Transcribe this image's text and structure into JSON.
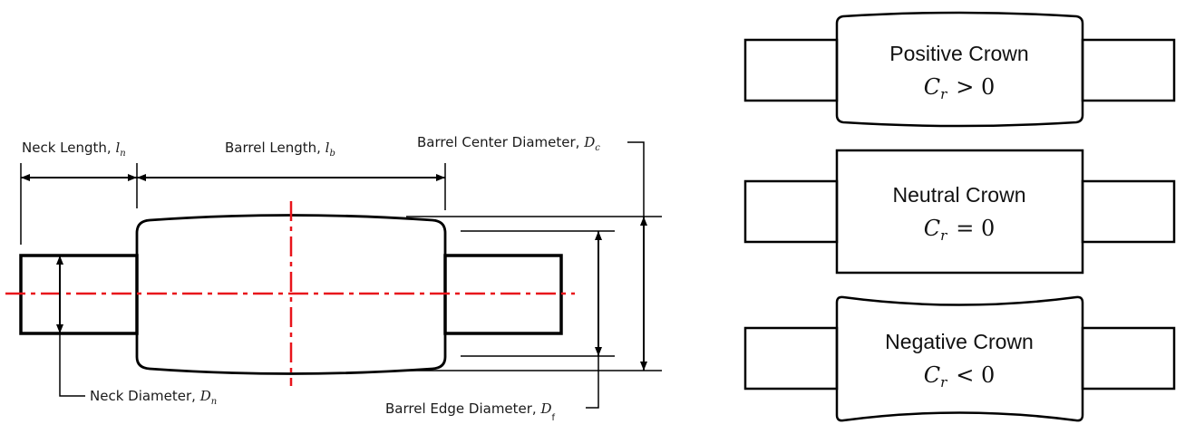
{
  "roll_diagram": {
    "neck_length": {
      "text": "Neck Length, ",
      "symbol": "l",
      "subscript": "n"
    },
    "barrel_length": {
      "text": "Barrel Length, ",
      "symbol": "l",
      "subscript": "b"
    },
    "barrel_center_diameter": {
      "text": "Barrel Center Diameter, ",
      "symbol": "D",
      "subscript": "c"
    },
    "neck_diameter": {
      "text": "Neck Diameter, ",
      "symbol": "D",
      "subscript": "n"
    },
    "barrel_edge_diameter": {
      "text": "Barrel Edge Diameter, ",
      "symbol": "D",
      "subscript": "f"
    }
  },
  "crown_types": [
    {
      "name": "Positive Crown",
      "symbol": "C",
      "subscript": "r",
      "relation": "> 0",
      "shape": "convex"
    },
    {
      "name": "Neutral Crown",
      "symbol": "C",
      "subscript": "r",
      "relation": "= 0",
      "shape": "flat"
    },
    {
      "name": "Negative Crown",
      "symbol": "C",
      "subscript": "r",
      "relation": "< 0",
      "shape": "concave"
    }
  ],
  "colors": {
    "centerline": "#e8141b",
    "outline": "#000000"
  }
}
